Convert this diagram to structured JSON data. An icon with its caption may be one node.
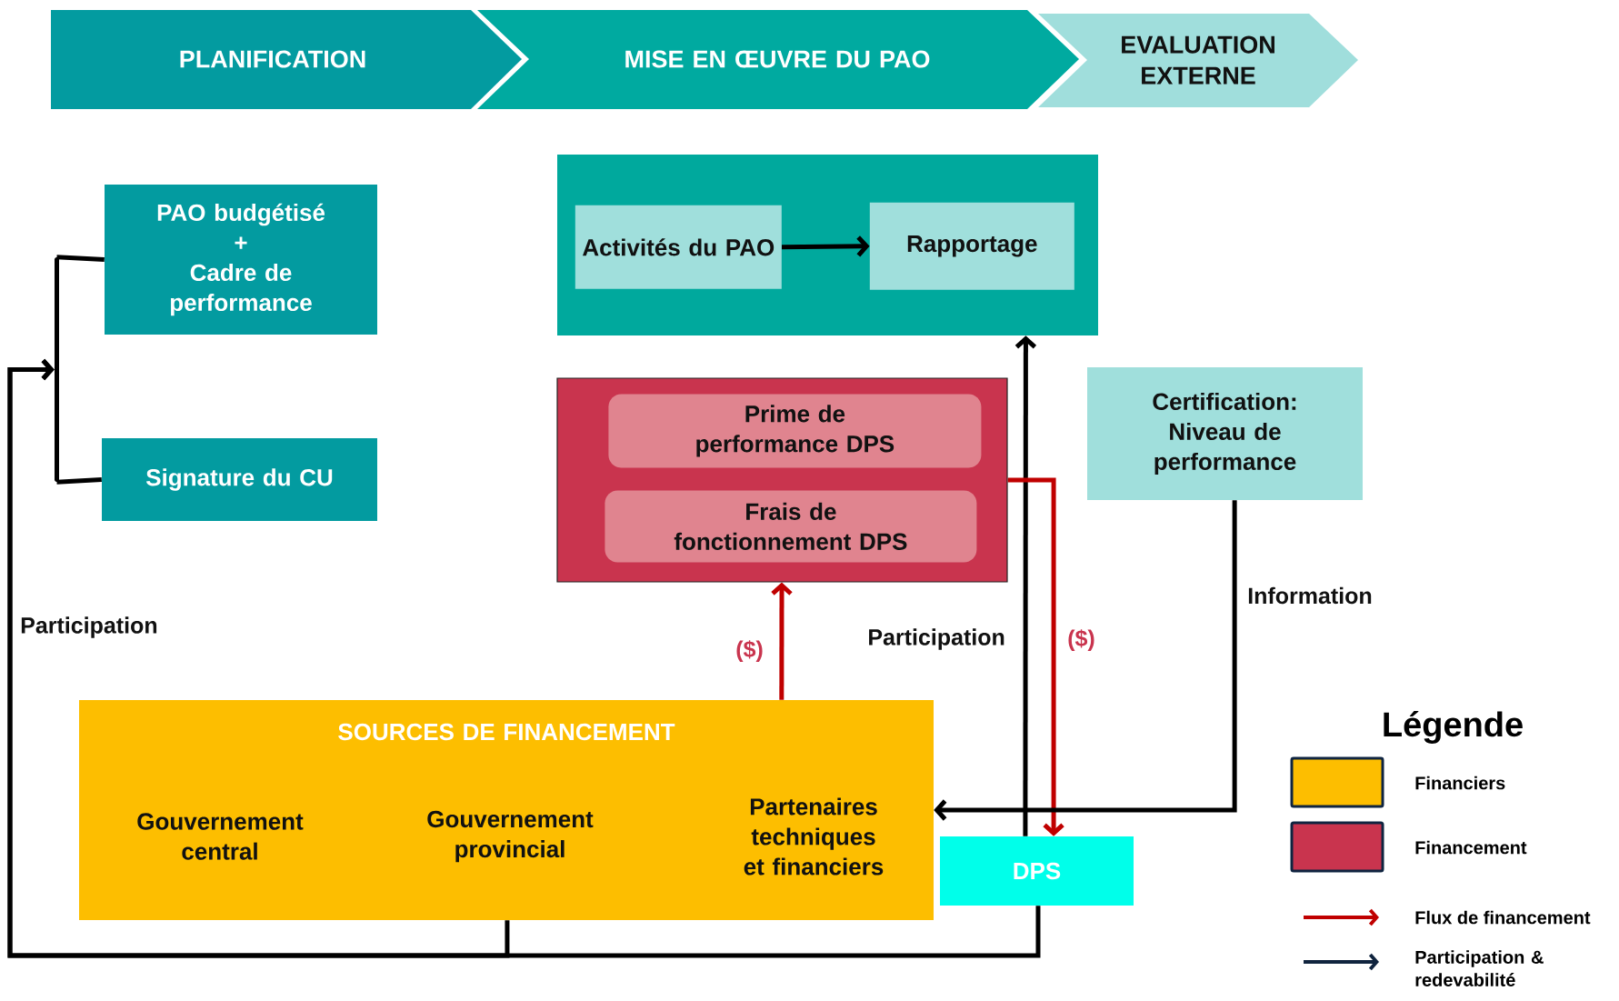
{
  "diagram": {
    "nodes": [
      {
        "text": [
          "PLANIFICATION"
        ]
      },
      {
        "text": [
          "MISE EN ŒUVRE DU PAO"
        ]
      },
      {
        "text": [
          "EVALUATION EXTERNE"
        ]
      },
      {
        "text": [
          "PAO budgétisé",
          "+",
          "Cadre de performance"
        ]
      },
      {
        "text": [
          "Signature du CU"
        ]
      },
      {
        "text": [],
        "shape": "box"
      },
      {
        "text": [
          "Activités du PAO"
        ],
        "in": 5
      },
      {
        "text": [
          "Rapportage"
        ],
        "in": 5
      },
      {
        "text": [],
        "shape": "box"
      },
      {
        "text": [
          "Prime de performance DPS"
        ],
        "in": 8
      },
      {
        "text": [
          "Frais de fonctionnement DPS"
        ],
        "in": 8
      },
      {
        "text": [
          "Certification: Niveau de performance"
        ]
      },
      {
        "text": [
          "SOURCES DE FINANCEMENT",
          "Gouvernement central",
          "Gouvernement provincial",
          "Partenaires techniques et financiers"
        ]
      },
      {
        "text": [
          "DPS"
        ]
      },
      {
        "text": [],
        "shape": "bar"
      }
    ],
    "edges": [
      {
        "from": 6,
        "to": 7,
        "arrow": "to"
      },
      {
        "from": 13,
        "to": 5,
        "arrow": "to",
        "label": "Participation"
      },
      {
        "from": 12,
        "to": 8,
        "arrow": "to",
        "label": "($)",
        "color": "#c00000"
      },
      {
        "from": 8,
        "to": 13,
        "arrow": "to",
        "label": "($)",
        "color": "#c00000"
      },
      {
        "from": 11,
        "to": 12,
        "arrow": "to",
        "label": "Information"
      },
      {
        "from": 12,
        "to": 14,
        "arrow": "to",
        "label": "Participation"
      },
      {
        "from": 13,
        "to": 14,
        "arrow": "to"
      },
      {
        "from": 14,
        "to": 3,
        "arrow": "none"
      },
      {
        "from": 14,
        "to": 4,
        "arrow": "none"
      }
    ],
    "labels": [
      "Légende"
    ],
    "legend": [
      {
        "text": "Financiers",
        "color": "#fdbe00"
      },
      {
        "text": "Financement",
        "color": "#c9344e"
      },
      {
        "text": "Flux de financement"
      },
      {
        "text": "Participation & redevabilité"
      }
    ]
  }
}
